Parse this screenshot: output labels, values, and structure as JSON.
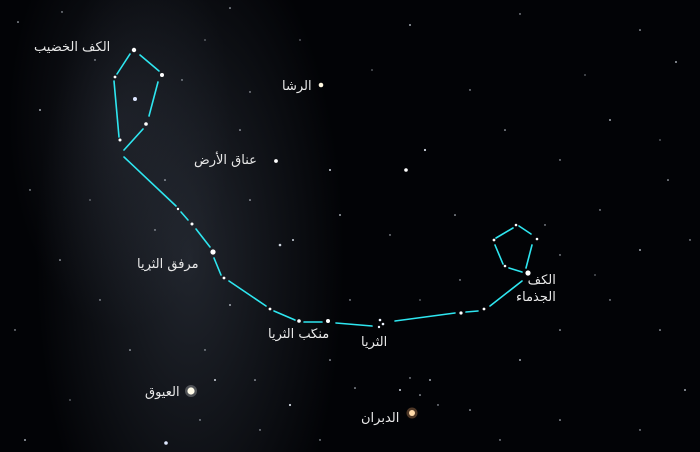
{
  "labels": {
    "kaff_khadib": "الكف الخضيب",
    "rasha": "الرشا",
    "anaq_alard": "عناق الأرض",
    "mirfaq_althuraya": "مرفق الثريا",
    "mankib_althuraya": "منكب الثريا",
    "althuraya": "الثريا",
    "alayyuq": "العيوق",
    "aldabaran": "الدبران",
    "kaff_jathma_line1": "الكف",
    "kaff_jathma_line2": "الجذماء"
  },
  "colors": {
    "background": "#020306",
    "constellation_line": "#2ee6f0",
    "star": "#ffffff",
    "aldebaran": "#ffd9a8",
    "label_text": "#e8e8e8"
  }
}
